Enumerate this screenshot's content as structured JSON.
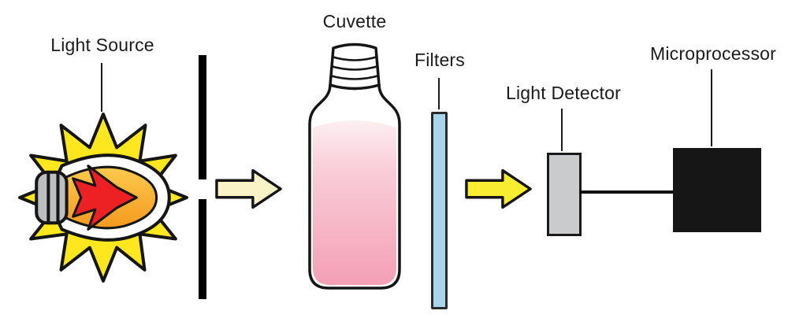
{
  "labels": {
    "light_source": "Light Source",
    "cuvette": "Cuvette",
    "filters": "Filters",
    "light_detector": "Light Detector",
    "microprocessor": "Microprocessor"
  },
  "colors": {
    "starburst": "#ffe71f",
    "bulb_top": "#fcca4d",
    "bulb_bottom": "#f49a20",
    "filament": "#ed2024",
    "bulb_base": "#bcbec0",
    "arrow_pale": "#faf3c8",
    "arrow_bright": "#f9ed32",
    "liquid_top": "#fdeff2",
    "liquid_mid": "#f9cdd8",
    "liquid_bottom": "#f49fb5",
    "filter": "#a9d5eb",
    "detector": "#c9cbcd",
    "microprocessor": "#161616",
    "outline": "#151515"
  }
}
